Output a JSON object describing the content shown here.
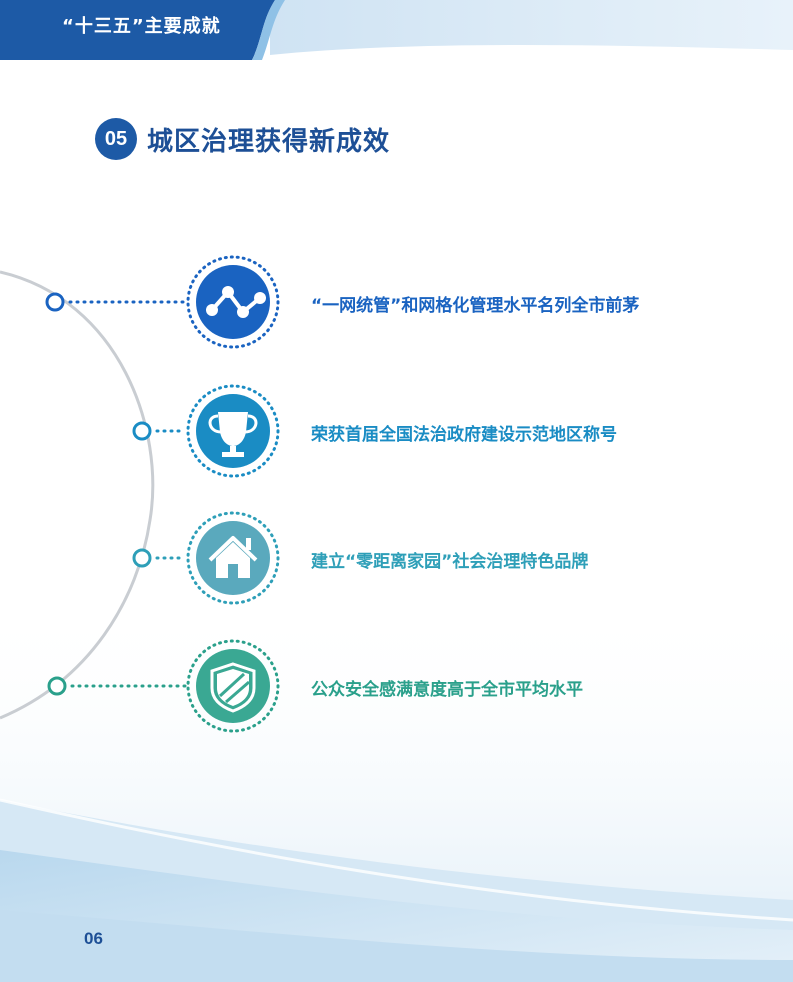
{
  "header": {
    "title": "“十三五”主要成就"
  },
  "section": {
    "number": "05",
    "title": "城区治理获得新成效"
  },
  "items": [
    {
      "icon": "network-nodes-icon",
      "text": "“一网统管”和网格化管理水平名列全市前茅",
      "color": "#1a63c1"
    },
    {
      "icon": "trophy-icon",
      "text": "荣获首届全国法治政府建设示范地区称号",
      "color": "#1a8cc4"
    },
    {
      "icon": "house-icon",
      "text": "建立“零距离家园”社会治理特色品牌",
      "color": "#2e9fb8"
    },
    {
      "icon": "shield-icon",
      "text": "公众安全感满意度高于全市平均水平",
      "color": "#2aa08b"
    }
  ],
  "page_number": "06"
}
